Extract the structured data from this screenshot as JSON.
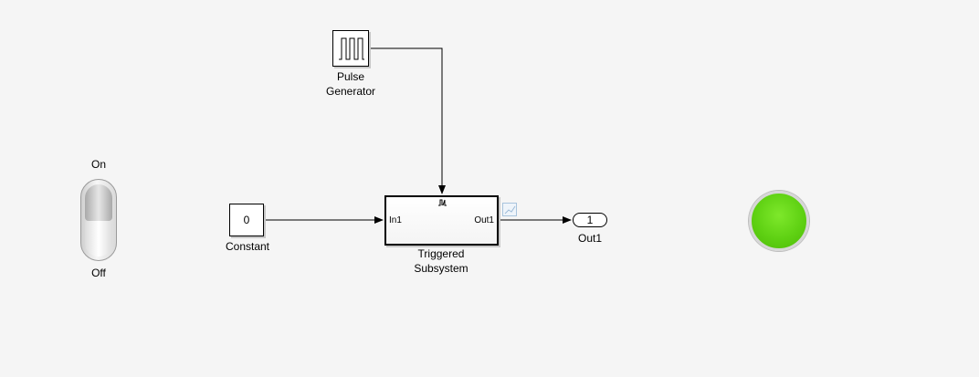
{
  "toggle": {
    "on_label": "On",
    "off_label": "Off",
    "state": "on"
  },
  "pulse_generator": {
    "label_line1": "Pulse",
    "label_line2": "Generator",
    "icon": "pulse-wave-icon"
  },
  "constant": {
    "value": "0",
    "label": "Constant"
  },
  "subsystem": {
    "in_port": "In1",
    "out_port": "Out1",
    "trigger_icon": "trigger-icon",
    "label_line1": "Triggered",
    "label_line2": "Subsystem"
  },
  "outport": {
    "number": "1",
    "label": "Out1"
  },
  "lamp": {
    "color": "#5fd113",
    "state": "on"
  },
  "colors": {
    "canvas": "#f5f5f5",
    "wire": "#000000"
  }
}
